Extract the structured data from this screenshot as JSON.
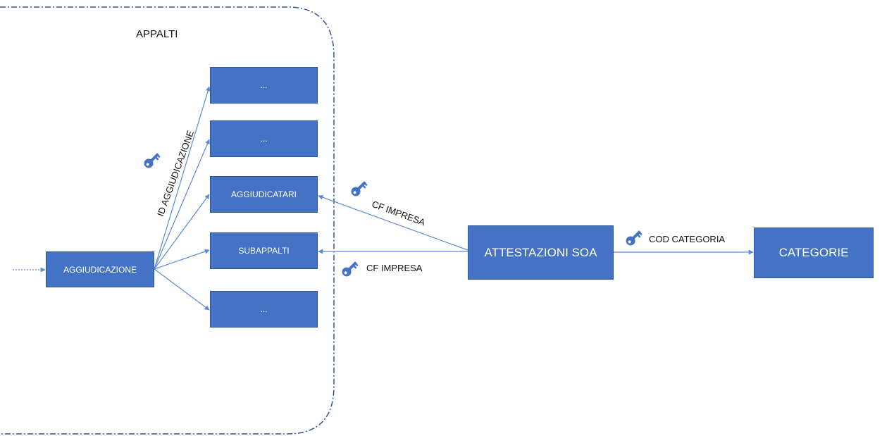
{
  "group": {
    "title": "APPALTI"
  },
  "entities": {
    "aggiudicazione": "AGGIUDICAZIONE",
    "placeholder_1": "...",
    "placeholder_2": "...",
    "aggiudicatari": "AGGIUDICATARI",
    "subappalti": "SUBAPPALTI",
    "placeholder_3": "...",
    "attestazioni_soa": "ATTESTAZIONI SOA",
    "categorie": "CATEGORIE"
  },
  "keys": {
    "id_aggiudicazione": "ID AGGIUDICAZIONE",
    "cf_impresa_upper": "CF IMPRESA",
    "cf_impresa_lower": "CF IMPRESA",
    "cod_categoria": "COD CATEGORIA"
  },
  "colors": {
    "box_fill": "#4472c4",
    "box_border": "#2f5597",
    "connector": "#5b8bd6",
    "group_border": "#2f5597",
    "key_icon": "#4472c4"
  },
  "icons": {
    "key": "key-icon"
  }
}
